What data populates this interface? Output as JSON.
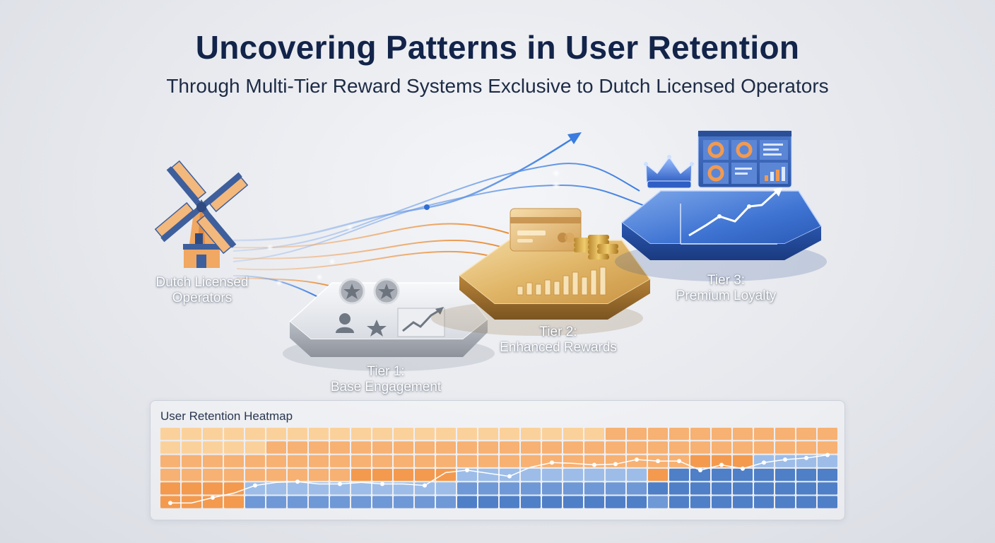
{
  "header": {
    "title": "Uncovering Patterns in User Retention",
    "subtitle": "Through Multi-Tier Reward Systems Exclusive to Dutch Licensed Operators"
  },
  "nodes": {
    "operators": {
      "label_line1": "Dutch Licensed",
      "label_line2": "Operators",
      "icon": "windmill-icon"
    },
    "tier1": {
      "label_line1": "Tier 1:",
      "label_line2": "Base Engagement",
      "icons": [
        "star-badge-icon",
        "user-icon",
        "star-icon",
        "trend-chart-icon"
      ]
    },
    "tier2": {
      "label_line1": "Tier 2:",
      "label_line2": "Enhanced Rewards",
      "icons": [
        "credit-card-icon",
        "coin-stack-icon",
        "bar-chart-icon"
      ]
    },
    "tier3": {
      "label_line1": "Tier 3:",
      "label_line2": "Premium Loyalty",
      "icons": [
        "crown-icon",
        "dashboard-icon",
        "growth-line-icon"
      ]
    }
  },
  "heatmap": {
    "title": "User Retention Heatmap",
    "rows": 6,
    "cols": 32,
    "colors": {
      "light_orange": "#fbd19b",
      "mid_orange": "#f7b173",
      "dark_orange": "#f39a4f",
      "light_blue": "#9dbde8",
      "mid_blue": "#6f98d6",
      "dark_blue": "#4f7fc7"
    },
    "orange_rows_per_column": [
      6,
      6,
      6,
      6,
      4,
      4,
      4,
      4,
      4,
      4,
      4,
      4,
      4,
      4,
      3,
      3,
      3,
      3,
      3,
      3,
      3,
      3,
      3,
      4,
      3,
      3,
      3,
      3,
      2,
      2,
      2,
      2
    ],
    "trend_line_levels": [
      0.05,
      0.05,
      0.12,
      0.18,
      0.28,
      0.32,
      0.33,
      0.3,
      0.3,
      0.32,
      0.3,
      0.3,
      0.28,
      0.45,
      0.48,
      0.44,
      0.4,
      0.52,
      0.58,
      0.57,
      0.55,
      0.56,
      0.62,
      0.6,
      0.6,
      0.48,
      0.55,
      0.5,
      0.58,
      0.62,
      0.64,
      0.68
    ]
  }
}
